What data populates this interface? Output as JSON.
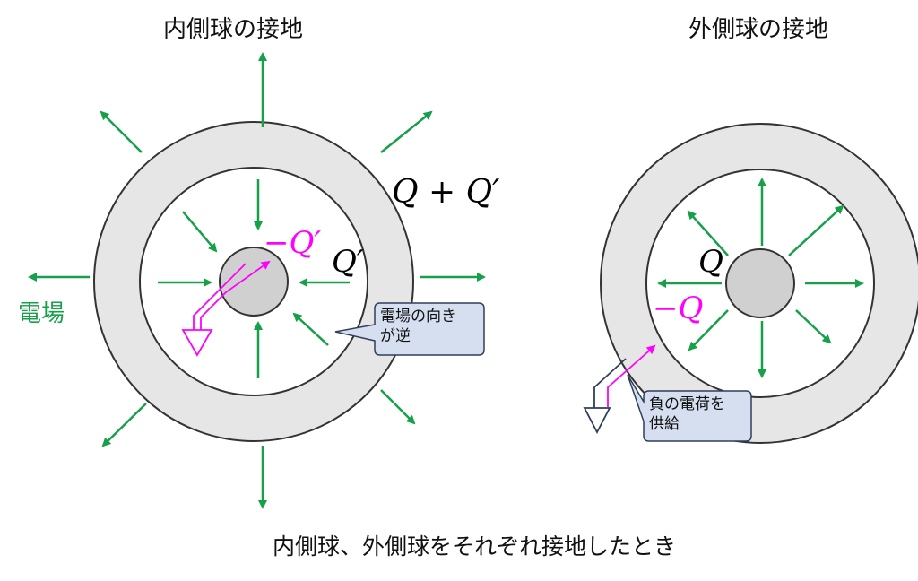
{
  "titles": {
    "left": "内側球の接地",
    "right": "外側球の接地",
    "caption": "内側球、外側球をそれぞれ接地したとき"
  },
  "labels": {
    "field": "電場",
    "left_outer_charge": "Q + Q′",
    "left_inner_shell_charge": "Q′",
    "left_induced_charge": "−Q′",
    "right_inner_charge": "Q",
    "right_induced_charge": "−Q"
  },
  "callouts": {
    "field_reversed_line1": "電場の向き",
    "field_reversed_line2": "が逆",
    "negative_supply_line1": "負の電荷を",
    "negative_supply_line2": "供給"
  },
  "colors": {
    "arrow": "#17a04a",
    "magenta": "#ff00ff",
    "shell_fill": "#e6e6e6",
    "callout_fill": "#d6dff0",
    "callout_border": "#2f3f5a"
  }
}
